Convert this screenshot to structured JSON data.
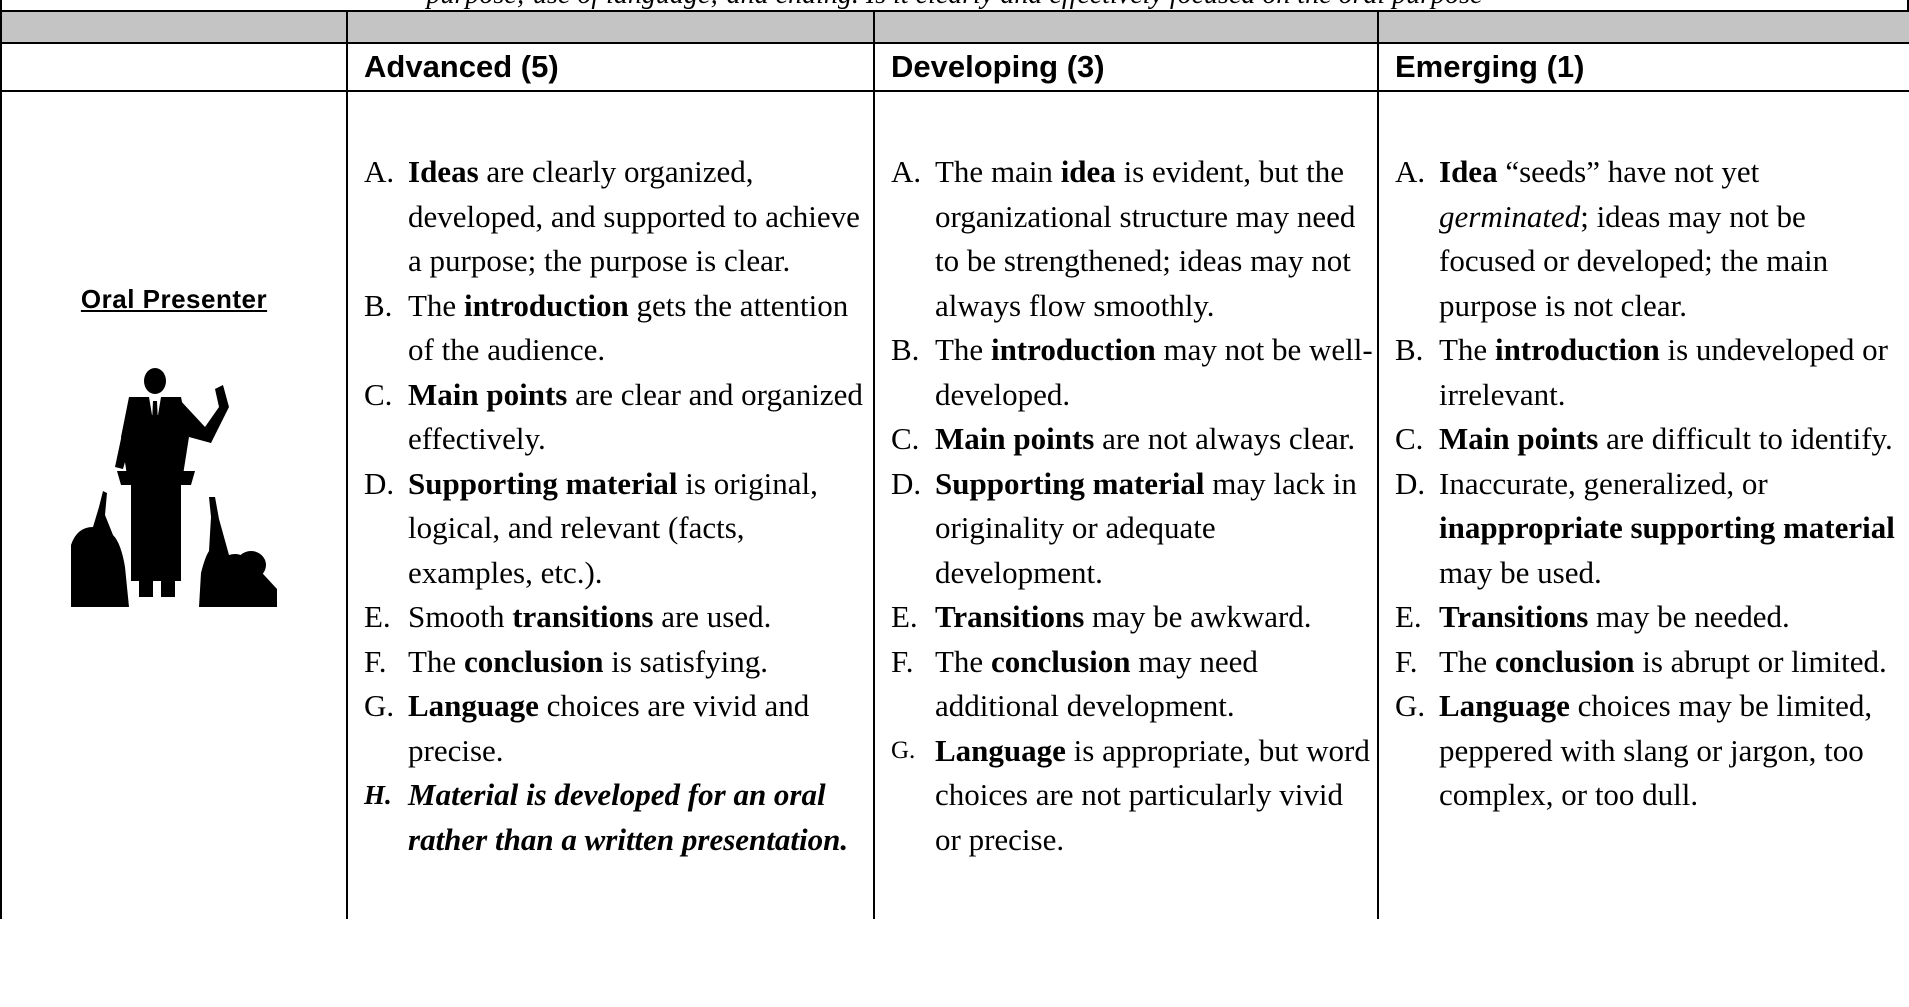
{
  "top_line": "purpose; use of language; and ending. Is it clearly and effectively focused on the oral purpose",
  "columns": [
    "",
    "Advanced (5)",
    "Developing (3)",
    "Emerging (1)"
  ],
  "trait": {
    "name": "Oral Presenter",
    "icon": "speaker-at-podium-icon"
  },
  "levels": [
    {
      "items": [
        {
          "mark": "A.",
          "parts": [
            {
              "t": "Ideas",
              "b": true
            },
            {
              "t": " are clearly organized, developed, and supported to achieve a purpose; the purpose is clear."
            }
          ]
        },
        {
          "mark": "B.",
          "parts": [
            {
              "t": "The "
            },
            {
              "t": "introduction",
              "b": true
            },
            {
              "t": " gets the attention of the audience."
            }
          ]
        },
        {
          "mark": "C.",
          "parts": [
            {
              "t": "Main points",
              "b": true
            },
            {
              "t": " are clear and organized effectively."
            }
          ]
        },
        {
          "mark": "D.",
          "parts": [
            {
              "t": "Supporting material",
              "b": true
            },
            {
              "t": " is original, logical, and relevant (facts, examples, etc.)."
            }
          ]
        },
        {
          "mark": "E.",
          "parts": [
            {
              "t": "Smooth "
            },
            {
              "t": "transitions",
              "b": true
            },
            {
              "t": " are used."
            }
          ]
        },
        {
          "mark": "F.",
          "parts": [
            {
              "t": "The "
            },
            {
              "t": "conclusion",
              "b": true
            },
            {
              "t": " is satisfying."
            }
          ]
        },
        {
          "mark": "G.",
          "parts": [
            {
              "t": "Language",
              "b": true
            },
            {
              "t": " choices are vivid and precise."
            }
          ]
        },
        {
          "mark": "H.",
          "emph": true,
          "parts": [
            {
              "t": "Material is developed for an oral rather than a written presentation."
            }
          ]
        }
      ]
    },
    {
      "items": [
        {
          "mark": "A.",
          "parts": [
            {
              "t": "The main "
            },
            {
              "t": "idea",
              "b": true
            },
            {
              "t": " is evident, but the organizational structure may need to be strengthened; ideas may not always flow smoothly."
            }
          ]
        },
        {
          "mark": "B.",
          "parts": [
            {
              "t": "The "
            },
            {
              "t": "introduction",
              "b": true
            },
            {
              "t": " may not be well-developed."
            }
          ]
        },
        {
          "mark": "C.",
          "parts": [
            {
              "t": "Main points",
              "b": true
            },
            {
              "t": " are not always clear."
            }
          ]
        },
        {
          "mark": "D.",
          "parts": [
            {
              "t": "Supporting material",
              "b": true
            },
            {
              "t": " may lack in originality or adequate development."
            }
          ]
        },
        {
          "mark": "E.",
          "parts": [
            {
              "t": "Transitions",
              "b": true
            },
            {
              "t": " may be awkward."
            }
          ]
        },
        {
          "mark": "F.",
          "parts": [
            {
              "t": "The "
            },
            {
              "t": "conclusion",
              "b": true
            },
            {
              "t": " may need additional development."
            }
          ]
        },
        {
          "mark": "G.",
          "small": true,
          "parts": [
            {
              "t": "Language",
              "b": true
            },
            {
              "t": " is appropriate, but word choices are not particularly vivid or precise."
            }
          ]
        }
      ]
    },
    {
      "items": [
        {
          "mark": "A.",
          "parts": [
            {
              "t": "Idea",
              "b": true
            },
            {
              "t": " “seeds” have not yet "
            },
            {
              "t": "germinated",
              "i": true
            },
            {
              "t": "; ideas may not be focused or developed; the main purpose is not clear."
            }
          ]
        },
        {
          "mark": "B.",
          "parts": [
            {
              "t": "The "
            },
            {
              "t": "introduction",
              "b": true
            },
            {
              "t": " is undeveloped or irrelevant."
            }
          ]
        },
        {
          "mark": "C.",
          "parts": [
            {
              "t": "Main points",
              "b": true
            },
            {
              "t": " are difficult to identify."
            }
          ]
        },
        {
          "mark": "D.",
          "parts": [
            {
              "t": "Inaccurate, generalized, or "
            },
            {
              "t": "inappropriate supporting material",
              "b": true
            },
            {
              "t": " may be used."
            }
          ]
        },
        {
          "mark": "E.",
          "parts": [
            {
              "t": "Transitions",
              "b": true
            },
            {
              "t": " may be needed."
            }
          ]
        },
        {
          "mark": "F.",
          "parts": [
            {
              "t": "The "
            },
            {
              "t": "conclusion",
              "b": true
            },
            {
              "t": " is abrupt or limited."
            }
          ]
        },
        {
          "mark": "G.",
          "parts": [
            {
              "t": "Language",
              "b": true
            },
            {
              "t": " choices may be limited, peppered with slang or jargon, too complex, or too dull."
            }
          ]
        }
      ]
    }
  ]
}
